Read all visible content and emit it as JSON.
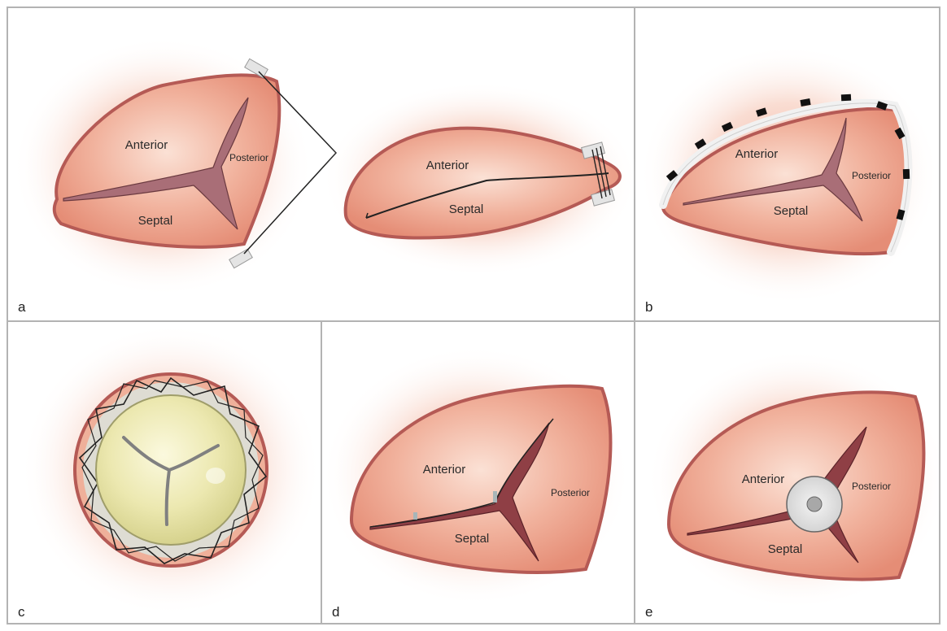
{
  "panels": [
    {
      "letter": "a",
      "labels": [
        "Anterior",
        "Posterior",
        "Septal",
        "Anterior",
        "Septal"
      ]
    },
    {
      "letter": "b",
      "labels": [
        "Anterior",
        "Posterior",
        "Septal"
      ]
    },
    {
      "letter": "c",
      "labels": []
    },
    {
      "letter": "d",
      "labels": [
        "Anterior",
        "Posterior",
        "Septal"
      ]
    },
    {
      "letter": "e",
      "labels": [
        "Anterior",
        "Posterior",
        "Septal"
      ]
    }
  ],
  "colors": {
    "annulus_outline": "#b55a55",
    "leaflet_fill": "#eb9d86",
    "leaflet_highlight": "#f9d8cb",
    "orifice": "#a96e77",
    "glow": "#f3b9a3",
    "prosthesis_leaflet": "#ede9b5",
    "stent_wire": "#222222",
    "panel_border": "#b3b3b3"
  }
}
